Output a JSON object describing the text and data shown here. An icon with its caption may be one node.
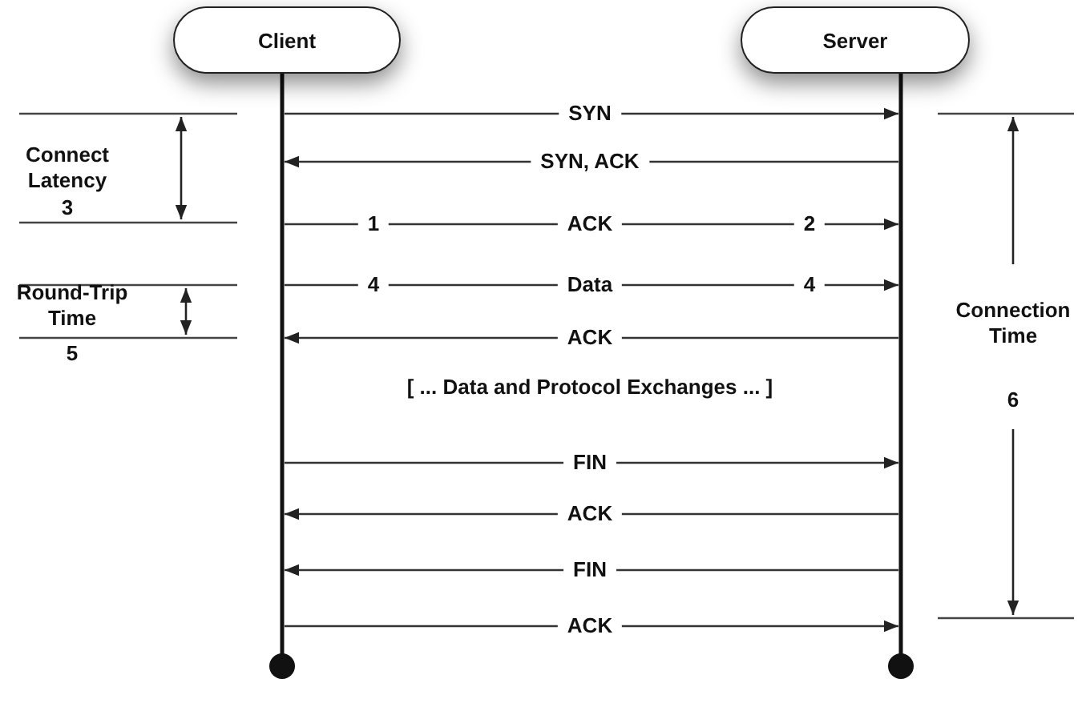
{
  "diagram": {
    "nodes": [
      {
        "text": [
          "Client"
        ]
      },
      {
        "text": [
          "Server"
        ]
      }
    ],
    "edges": [
      {
        "from": 0,
        "to": 1,
        "arrow": "to",
        "label": "SYN"
      },
      {
        "from": 1,
        "to": 0,
        "arrow": "to",
        "label": "SYN, ACK"
      },
      {
        "from": 0,
        "to": 1,
        "arrow": "to",
        "label": "ACK"
      },
      {
        "from": 0,
        "to": 1,
        "arrow": "to",
        "label": "Data"
      },
      {
        "from": 1,
        "to": 0,
        "arrow": "to",
        "label": "ACK"
      },
      {
        "from": 0,
        "to": 1,
        "arrow": "to",
        "label": "FIN"
      },
      {
        "from": 1,
        "to": 0,
        "arrow": "to",
        "label": "ACK"
      },
      {
        "from": 1,
        "to": 0,
        "arrow": "to",
        "label": "FIN"
      },
      {
        "from": 0,
        "to": 1,
        "arrow": "to",
        "label": "ACK"
      }
    ],
    "labels": [
      "Connect Latency",
      "3",
      "1",
      "2",
      "4",
      "4",
      "Round-Trip Time",
      "Connection Time",
      "5",
      "[ ... Data and Protocol Exchanges ... ]",
      "6"
    ]
  }
}
